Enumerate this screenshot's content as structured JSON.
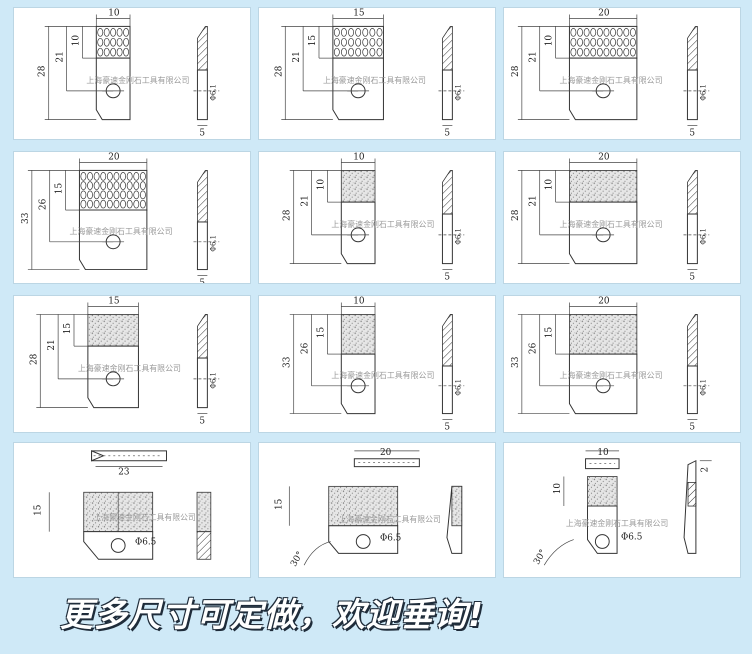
{
  "watermark": "上海豪速金刚石工具有限公司",
  "footer_text": "更多尺寸可定做，欢迎垂询!",
  "panels": [
    {
      "style": "dots",
      "w": "10",
      "h1": "28",
      "h2": "21",
      "h3": "10",
      "hole": "Φ6.1",
      "thk": "5"
    },
    {
      "style": "dots",
      "w": "15",
      "h1": "28",
      "h2": "21",
      "h3": "15",
      "hole": "Φ6.1",
      "thk": "5"
    },
    {
      "style": "dots",
      "w": "20",
      "h1": "28",
      "h2": "21",
      "h3": "10",
      "hole": "Φ6.1",
      "thk": "5"
    },
    {
      "style": "dots",
      "w": "20",
      "h1": "33",
      "h2": "26",
      "h3": "15",
      "hole": "Φ6.1",
      "thk": "5"
    },
    {
      "style": "speck",
      "w": "10",
      "h1": "28",
      "h2": "21",
      "h3": "10",
      "hole": "Φ6.1",
      "thk": "5"
    },
    {
      "style": "speck",
      "w": "20",
      "h1": "28",
      "h2": "21",
      "h3": "10",
      "hole": "Φ6.1",
      "thk": "5"
    },
    {
      "style": "speck",
      "w": "15",
      "h1": "28",
      "h2": "21",
      "h3": "15",
      "hole": "Φ6.1",
      "thk": "5"
    },
    {
      "style": "speck",
      "w": "10",
      "h1": "33",
      "h2": "26",
      "h3": "15",
      "hole": "Φ6.1",
      "thk": "5"
    },
    {
      "style": "speck",
      "w": "20",
      "h1": "33",
      "h2": "26",
      "h3": "15",
      "hole": "Φ6.1",
      "thk": "5"
    }
  ],
  "bottom_panels": [
    {
      "top_w": "23",
      "h": "15",
      "hole": "Φ6.5",
      "angle": ""
    },
    {
      "top_w": "20",
      "h": "15",
      "hole": "Φ6.5",
      "angle": "30°"
    },
    {
      "top_w": "10",
      "h": "10",
      "hole": "Φ6.5",
      "angle": "30°",
      "side": "2"
    }
  ]
}
